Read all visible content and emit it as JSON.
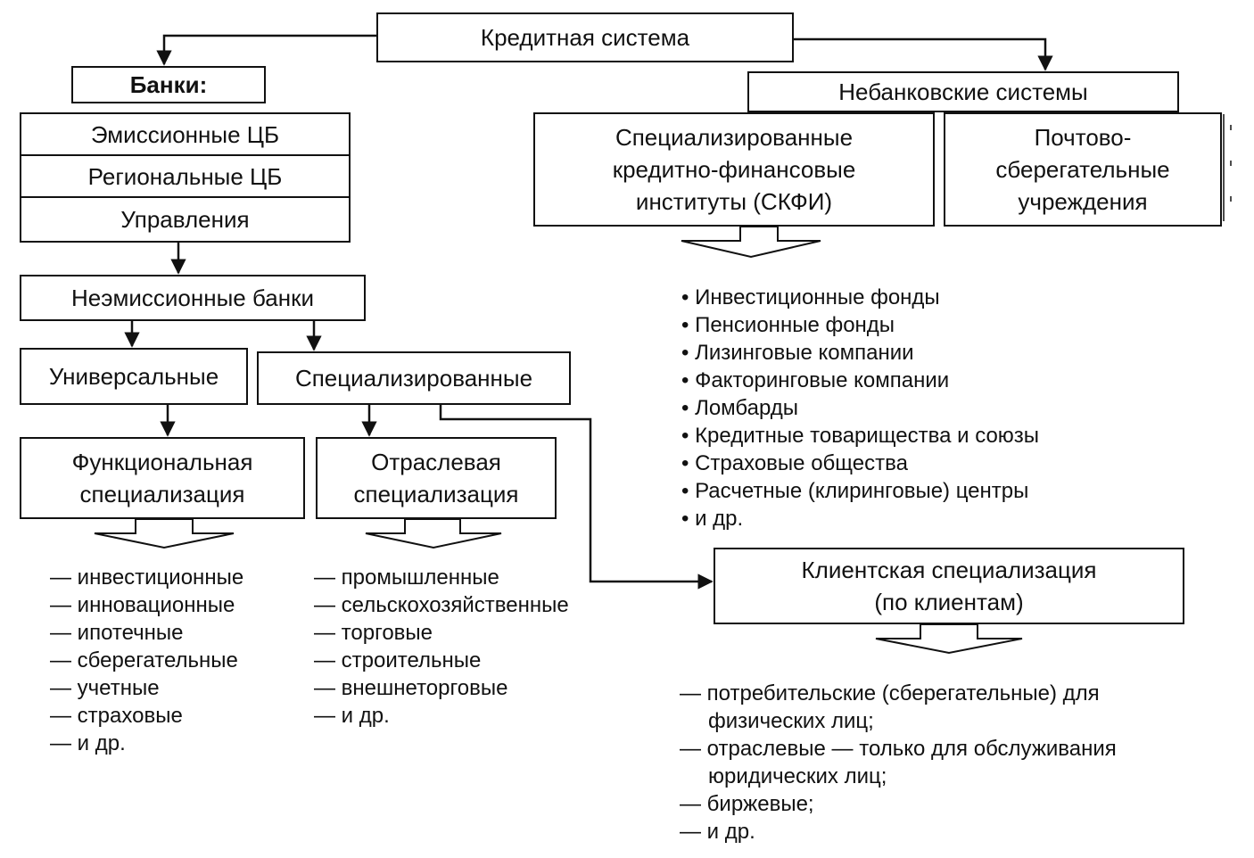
{
  "root": {
    "label": "Кредитная система"
  },
  "banks": {
    "header": "Банки:",
    "central": [
      "Эмиссионные ЦБ",
      "Региональные ЦБ",
      "Управления"
    ],
    "non_emission": "Неэмиссионные банки",
    "universal": "Универсальные",
    "specialized": "Специализированные",
    "functional": "Функциональная\nспециализация",
    "sectoral": "Отраслевая\nспециализация",
    "client": "Клиентская специализация\n(по клиентам)"
  },
  "non_bank": {
    "header": "Небанковские системы",
    "skfi": "Специализированные\nкредитно-финансовые\nинституты (СКФИ)",
    "postal": "Почтово-\nсберегательные\nучреждения"
  },
  "lists": {
    "skfi_types": [
      "Инвестиционные фонды",
      "Пенсионные фонды",
      "Лизинговые компании",
      "Факторинговые компании",
      "Ломбарды",
      "Кредитные товарищества и союзы",
      "Страховые общества",
      "Расчетные (клиринговые) центры",
      "и др."
    ],
    "functional_types": [
      "инвестиционные",
      "инновационные",
      "ипотечные",
      "сберегательные",
      "учетные",
      "страховые",
      "и др."
    ],
    "sectoral_types": [
      "промышленные",
      "сельскохозяйственные",
      "торговые",
      "строительные",
      "внешнеторговые",
      "и др."
    ],
    "client_types": [
      "потребительские (сберегательные) для\nфизических лиц;",
      "отраслевые — только для обслуживания\nюридических лиц;",
      "биржевые;",
      "и др."
    ]
  }
}
